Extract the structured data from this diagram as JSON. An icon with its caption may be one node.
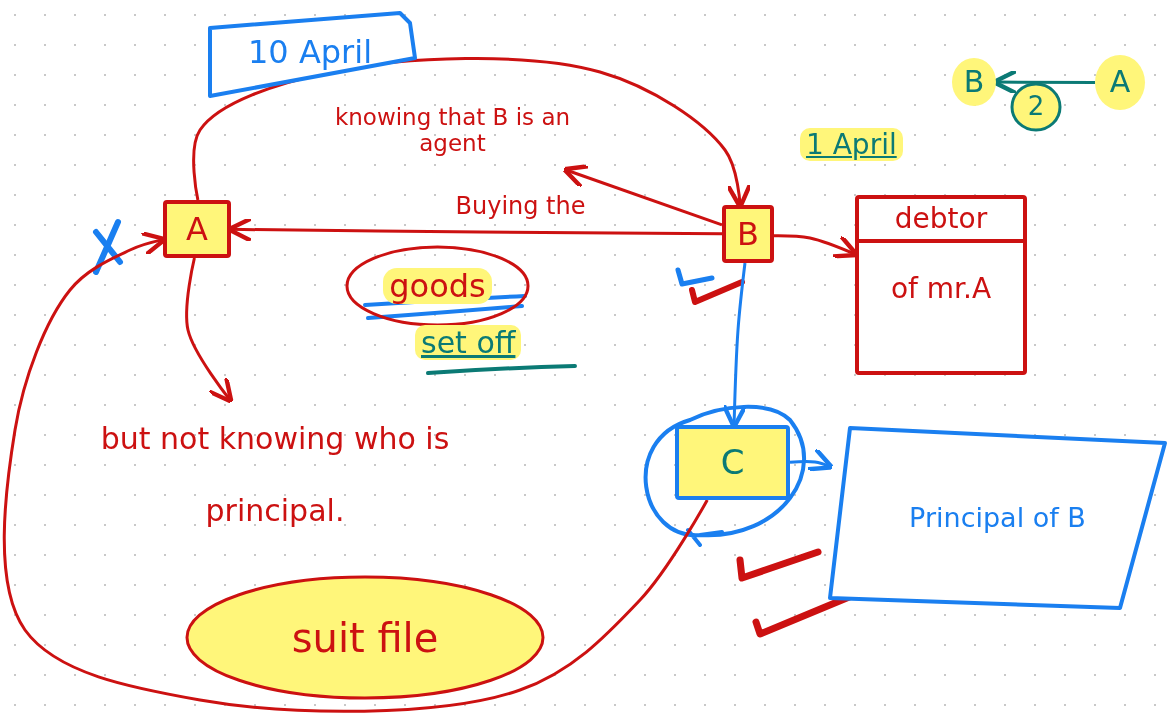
{
  "diagram": {
    "nodes": [
      {
        "text": [
          "10 April"
        ]
      },
      {
        "text": [
          "knowing that B is an agent"
        ]
      },
      {
        "text": [
          "A"
        ]
      },
      {
        "text": [
          "B"
        ]
      },
      {
        "text": [
          "debtor",
          "of mr.A"
        ]
      },
      {
        "text": [
          "goods"
        ]
      },
      {
        "text": [
          "but not knowing who is principal."
        ]
      },
      {
        "text": [
          "C"
        ]
      },
      {
        "text": [
          "Principal of B"
        ]
      },
      {
        "text": [
          "suit file"
        ]
      },
      {
        "text": [
          "B"
        ]
      },
      {
        "text": [
          "A"
        ]
      },
      {
        "text": [
          "2"
        ]
      }
    ],
    "edges": [
      {
        "from": 2,
        "to": 3,
        "arrow": "to"
      },
      {
        "from": 3,
        "to": 1,
        "arrow": "to"
      },
      {
        "from": 3,
        "to": 2,
        "arrow": "to",
        "label": "Buying the"
      },
      {
        "from": 3,
        "to": 4,
        "arrow": "to"
      },
      {
        "from": 2,
        "to": 6,
        "arrow": "to"
      },
      {
        "from": 3,
        "to": 7,
        "arrow": "to",
        "color": "#1a7ff0"
      },
      {
        "from": 7,
        "to": 8,
        "arrow": "to",
        "color": "#1a7ff0"
      },
      {
        "from": 7,
        "to": 2,
        "arrow": "to"
      },
      {
        "from": 11,
        "to": 10,
        "arrow": "to",
        "color": "#0b7a75"
      }
    ],
    "labels": [
      "1 April",
      "set off"
    ]
  }
}
